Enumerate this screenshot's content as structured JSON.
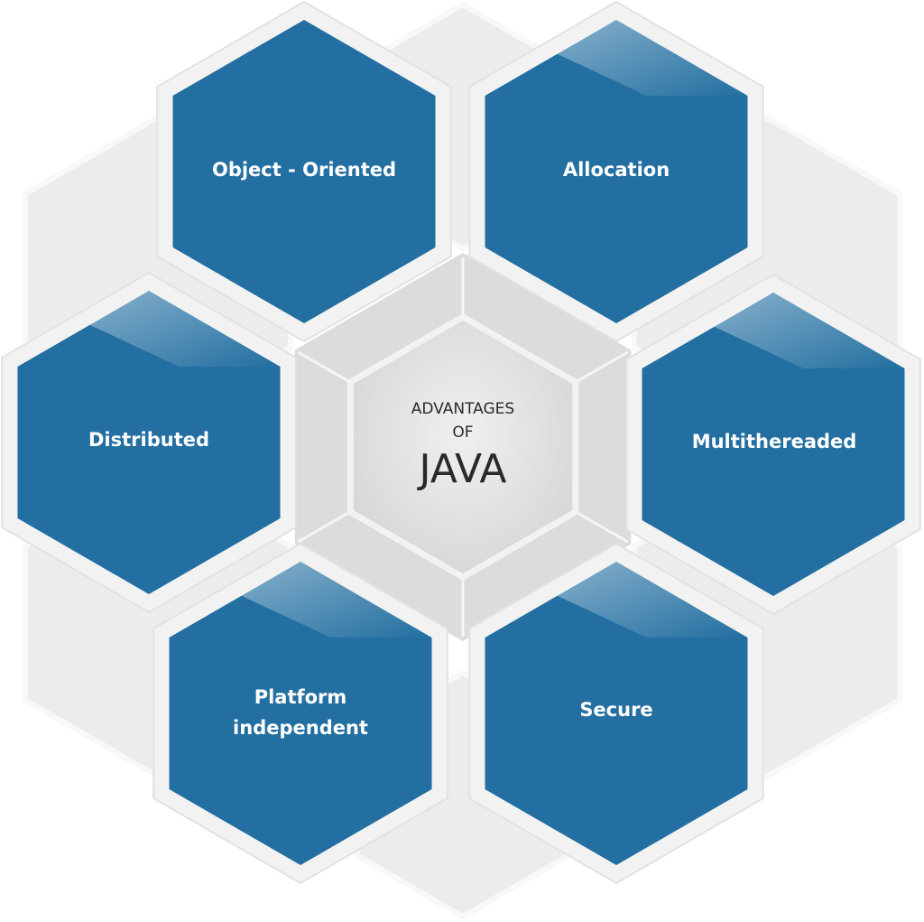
{
  "title": {
    "line1": "ADVANTAGES",
    "line2": "OF",
    "line3": "JAVA"
  },
  "colors": {
    "hex_fill": "#236fa1",
    "hex_border": "#f2f2f2",
    "center_fill": "#e4e4e4",
    "background_hex": "#ececec"
  },
  "advantages": [
    {
      "label": "Object - Oriented"
    },
    {
      "label": "Allocation"
    },
    {
      "label": "Distributed"
    },
    {
      "label": "Multithereaded"
    },
    {
      "label": "Platform independent",
      "lines": [
        "Platform",
        "independent"
      ]
    },
    {
      "label": "Secure"
    }
  ]
}
